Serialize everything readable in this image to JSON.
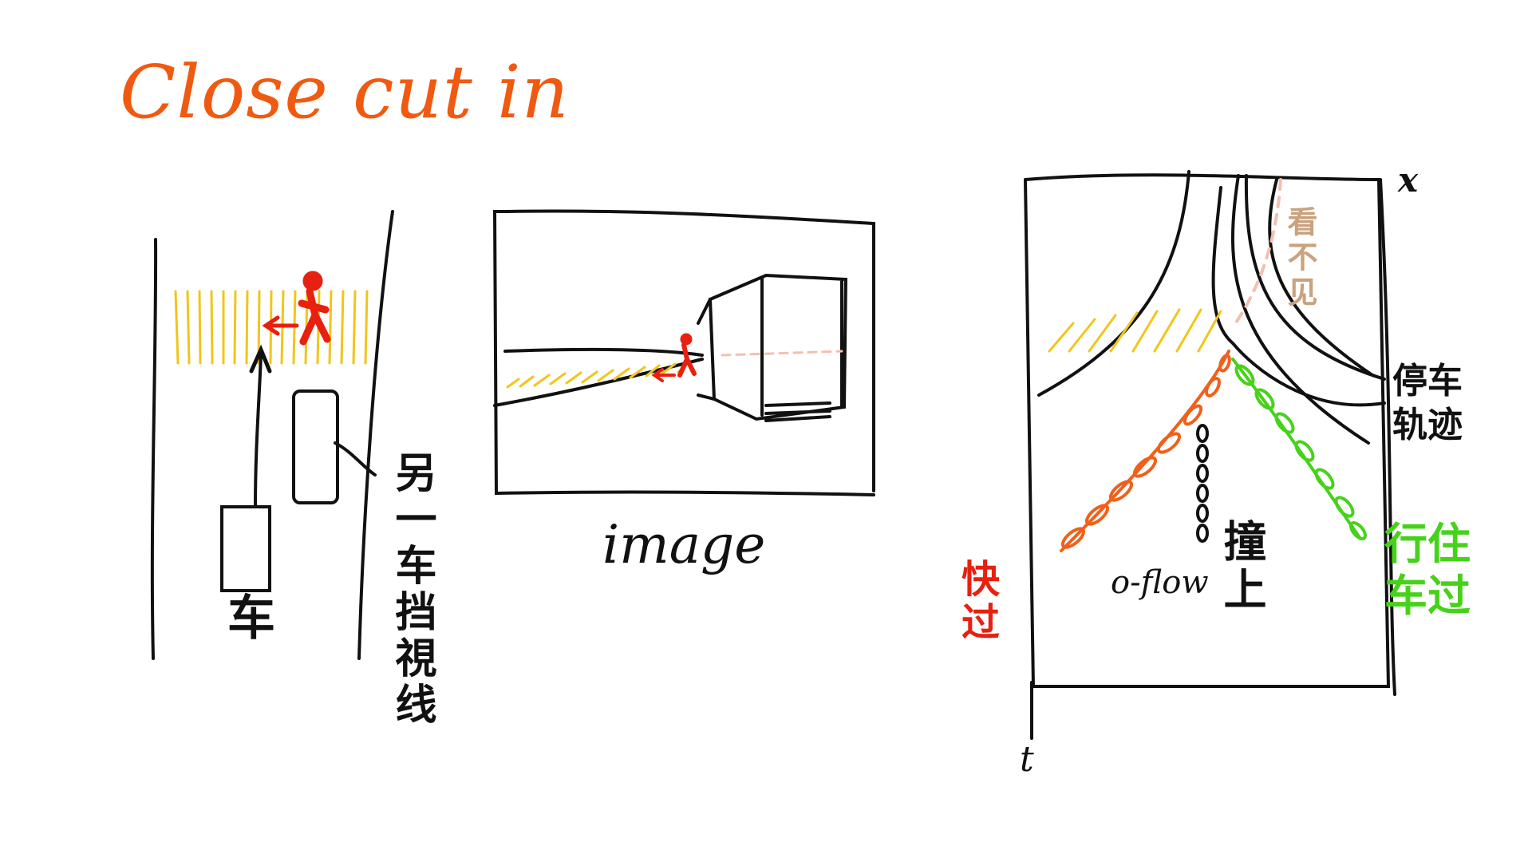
{
  "title": "Close cut in",
  "colors": {
    "ink": "#111111",
    "title": "#f05a10",
    "crosswalk": "#f2c518",
    "pedestrian": "#e8200f",
    "fast_pass": "#f0601a",
    "yield_pass": "#47d21a",
    "hidden": "#c9a27e",
    "hidden_path": "#f2c0b0"
  },
  "panel1": {
    "ego_car_label": "车",
    "blocker_label": "另一车挡視线"
  },
  "panel2": {
    "caption": "image"
  },
  "panel3": {
    "axis_x": "x",
    "axis_t": "t",
    "unseen_label": "看不见",
    "stop_traj_label": "停车轨迹",
    "fast_label": "快过",
    "collide_label": "撞上",
    "oflow_label": "o-flow",
    "yield_label": "行住车过"
  }
}
